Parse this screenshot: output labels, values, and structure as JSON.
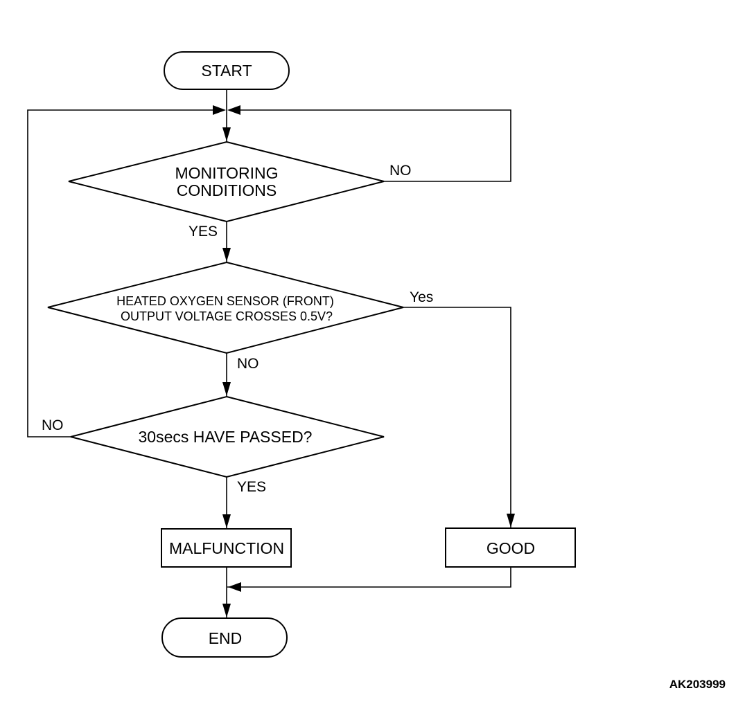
{
  "flowchart": {
    "start_label": "START",
    "end_label": "END",
    "decision_monitoring": {
      "line1": "MONITORING",
      "line2": "CONDITIONS"
    },
    "decision_sensor": {
      "line1": "HEATED OXYGEN SENSOR (FRONT)",
      "line2": "OUTPUT VOLTAGE CROSSES 0.5V?"
    },
    "decision_timer": {
      "text": "30secs HAVE PASSED?"
    },
    "result_malfunction": "MALFUNCTION",
    "result_good": "GOOD",
    "labels": {
      "monitoring_no": "NO",
      "monitoring_yes": "YES",
      "sensor_yes": "Yes",
      "sensor_no": "NO",
      "timer_no": "NO",
      "timer_yes": "YES"
    }
  },
  "figure_code": "AK203999",
  "colors": {
    "line": "#000000",
    "background": "#ffffff"
  }
}
